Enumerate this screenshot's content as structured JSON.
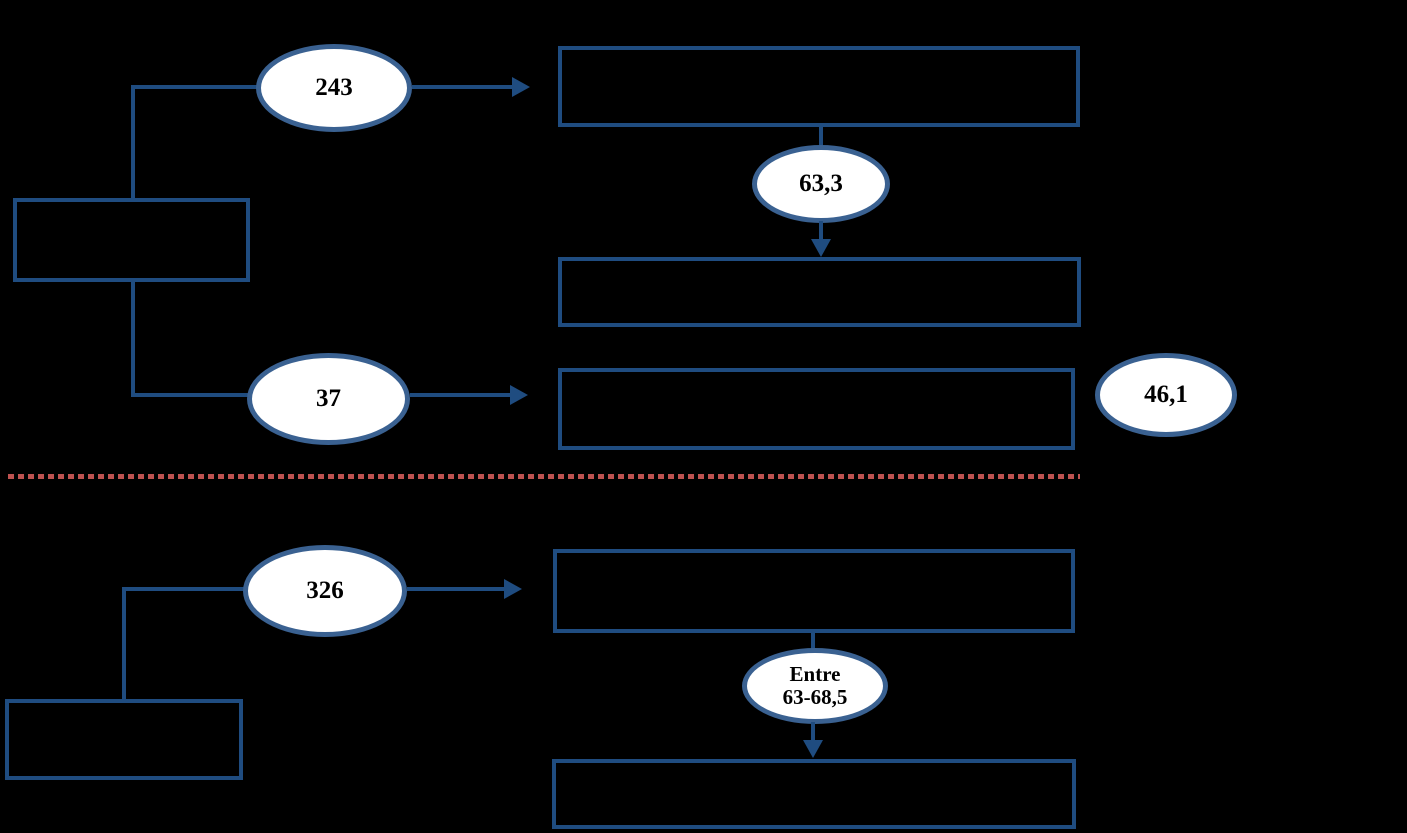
{
  "diagram": {
    "section_top": {
      "count_upper_ellipse": "243",
      "percent_middle_ellipse": "63,3",
      "count_lower_ellipse": "37",
      "percent_side_ellipse": "46,1"
    },
    "section_bottom": {
      "count_ellipse": "326",
      "range_ellipse_line1": "Entre",
      "range_ellipse_line2": "63-68,5"
    },
    "colors": {
      "background": "#000000",
      "box_border": "#1F4C80",
      "connector": "#1F4C80",
      "ellipse_border": "#3A6191",
      "ellipse_fill": "#FFFFFF",
      "label_text": "#000000",
      "divider_dash": "#BE5250"
    }
  }
}
